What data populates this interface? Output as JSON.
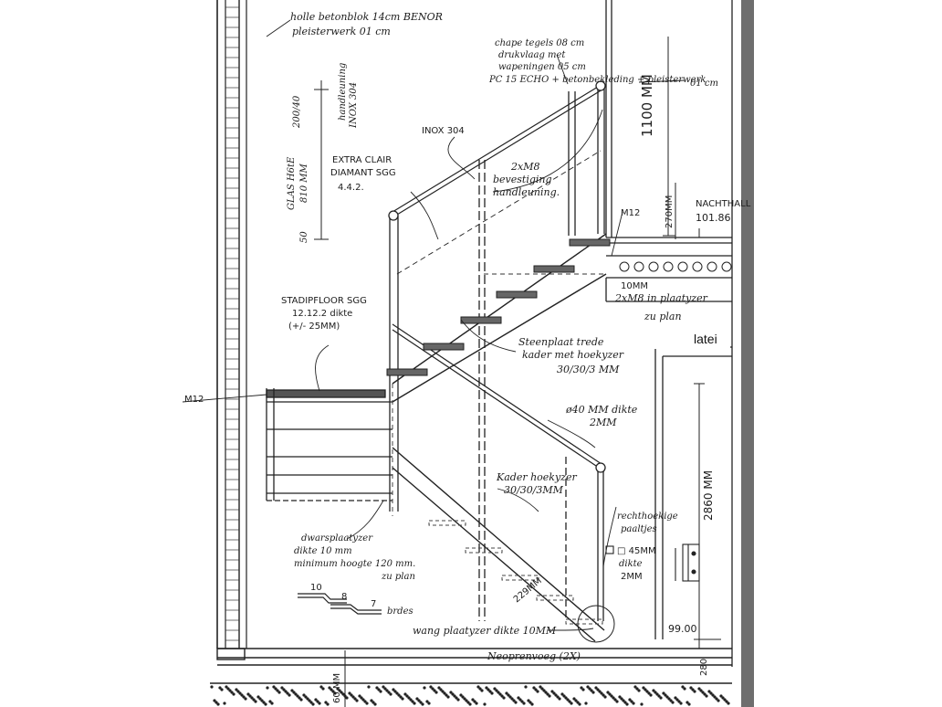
{
  "drawing": {
    "notes": {
      "wall_insulation": [
        "holle betonblok 14cm BENOR",
        "pleisterwerk 01 cm"
      ],
      "floor_finish": [
        "chape tegels 08 cm",
        "drukvlaag met",
        "wapeningen 05 cm"
      ],
      "floor_spec": "PC 15 ECHO + betonbekleding + pleisterwerk",
      "floor_plaster": "01 cm",
      "handrail_tube": [
        "handleuning",
        "INOX 304"
      ],
      "handrail_dims": "200/40",
      "glass_height": [
        "GLAS H6tE",
        "810 MM"
      ],
      "inox": "INOX 304",
      "glass_type": [
        "EXTRA CLAIR",
        "DIAMANT SGG",
        "4.4.2."
      ],
      "bolts": [
        "2xM8",
        "bevestiging",
        "handleuning."
      ],
      "height_1100": "1100 MM",
      "m12_top": "M12",
      "dim_270": "270MM",
      "level_nachthall": [
        "NACHTHALL",
        "101.86"
      ],
      "plate_10": "10MM",
      "bolt_plate": [
        "2xM8 in plaatyzer",
        "zu plan"
      ],
      "lintel": "latei",
      "stadip": [
        "STADIPFLOOR SGG",
        "12.12.2 dikte",
        "(+/- 25MM)"
      ],
      "m12_left": "M12",
      "step": [
        "Steenplaat trede",
        "kader met hoekyzer",
        "30/30/3 MM"
      ],
      "tube_40": [
        "ø40 MM dikte",
        "2MM"
      ],
      "frame_angle": [
        "Kader hoekyzer",
        "30/30/3MM"
      ],
      "tube_rect": [
        "rechthoekige",
        "paaltjes"
      ],
      "square_45": "□ 45MM",
      "thickness_2": [
        "dikte",
        "2MM"
      ],
      "dim_2860": "2860 MM",
      "cross_plate": [
        "dwarsplaatyzer",
        "dikte 10 mm",
        "minimum hoogte 120 mm.",
        "zu plan"
      ],
      "detail_nums": [
        "10",
        "8",
        "7"
      ],
      "detail_label": "brdes",
      "dim_229": "229MM",
      "bottom_plate": "wang plaatyzer dikte 10MM",
      "level_bottom": "99.00",
      "joint": "Neoprenvoeg (2X)",
      "dim_50": "50",
      "dim_280": "280",
      "dim_bottom_left": "60 MM"
    }
  }
}
